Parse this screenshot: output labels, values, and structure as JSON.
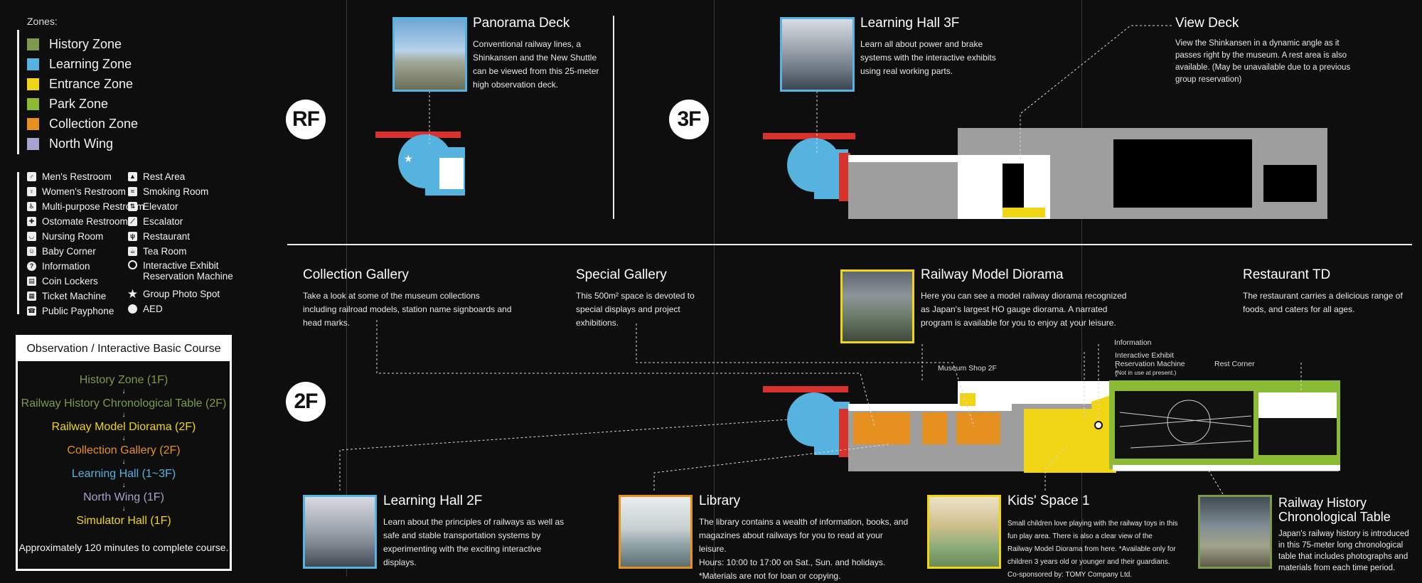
{
  "legend": {
    "zones_title": "Zones:",
    "zones": [
      {
        "label": "History Zone",
        "color": "#7b9a4b"
      },
      {
        "label": "Learning Zone",
        "color": "#56b3e0"
      },
      {
        "label": "Entrance Zone",
        "color": "#f0d514"
      },
      {
        "label": "Park Zone",
        "color": "#8bbb35"
      },
      {
        "label": "Collection Zone",
        "color": "#e6911f"
      },
      {
        "label": "North Wing",
        "color": "#a6a4cf"
      }
    ],
    "facilities_left": [
      {
        "label": "Men's Restroom",
        "icon": "mens-restroom-icon",
        "glyph": "♂"
      },
      {
        "label": "Women's Restroom",
        "icon": "womens-restroom-icon",
        "glyph": "♀"
      },
      {
        "label": "Multi-purpose Restroom",
        "icon": "multipurpose-restroom-icon",
        "glyph": "♿"
      },
      {
        "label": "Ostomate Restroom",
        "icon": "ostomate-restroom-icon",
        "glyph": "✚"
      },
      {
        "label": "Nursing Room",
        "icon": "nursing-room-icon",
        "glyph": "◡"
      },
      {
        "label": "Baby Corner",
        "icon": "baby-corner-icon",
        "glyph": "☺"
      },
      {
        "label": "Information",
        "icon": "information-icon",
        "glyph": "?"
      },
      {
        "label": "Coin Lockers",
        "icon": "coin-locker-icon",
        "glyph": "▤"
      },
      {
        "label": "Ticket Machine",
        "icon": "ticket-machine-icon",
        "glyph": "▦"
      },
      {
        "label": "Public Payphone",
        "icon": "payphone-icon",
        "glyph": "☎"
      }
    ],
    "facilities_right": [
      {
        "label": "Rest Area",
        "icon": "rest-area-icon",
        "glyph": "▲"
      },
      {
        "label": "Smoking Room",
        "icon": "smoking-room-icon",
        "glyph": "≈"
      },
      {
        "label": "Elevator",
        "icon": "elevator-icon",
        "glyph": "⇅"
      },
      {
        "label": "Escalator",
        "icon": "escalator-icon",
        "glyph": "⟋"
      },
      {
        "label": "Restaurant",
        "icon": "restaurant-icon",
        "glyph": "ψ"
      },
      {
        "label": "Tea Room",
        "icon": "tea-room-icon",
        "glyph": "☕"
      },
      {
        "label": "Interactive Exhibit Reservation Machine",
        "icon": "reservation-machine-icon",
        "glyph": ""
      },
      {
        "label": "Group Photo Spot",
        "icon": "photo-spot-star-icon",
        "glyph": "★"
      },
      {
        "label": "AED",
        "icon": "aed-icon",
        "glyph": ""
      }
    ]
  },
  "course": {
    "title": "Observation / Interactive Basic Course",
    "steps": [
      {
        "label": "History Zone (1F)",
        "color": "#7b9a4b"
      },
      {
        "label": "Railway History Chronological Table (2F)",
        "color": "#7b9a4b"
      },
      {
        "label": "Railway Model Diorama (2F)",
        "color": "#f0d514"
      },
      {
        "label": "Collection Gallery (2F)",
        "color": "#e6911f"
      },
      {
        "label": "Learning Hall (1~3F)",
        "color": "#56b3e0"
      },
      {
        "label": "North Wing (1F)",
        "color": "#a6a4cf"
      },
      {
        "label": "Simulator Hall (1F)",
        "color": "#f0d514"
      }
    ],
    "arrow": "↓",
    "footer": "Approximately 120 minutes to complete course."
  },
  "floors": {
    "rf": "RF",
    "f3": "3F",
    "f2": "2F"
  },
  "callouts": {
    "panorama_deck": {
      "title": "Panorama Deck",
      "text": "Conventional railway lines, a Shinkansen and the New Shuttle can be viewed from this 25-meter high observation deck."
    },
    "learning_hall_3f": {
      "title": "Learning Hall 3F",
      "text": "Learn all about power and brake systems with the interactive exhibits using real working parts."
    },
    "view_deck": {
      "title": "View Deck",
      "text": "View the Shinkansen in a dynamic angle as it passes right by the museum. A rest area is also available. (May be unavailable due to a previous group reservation)"
    },
    "collection_gallery": {
      "title": "Collection Gallery",
      "text": "Take a look at some of the museum collections including railroad models, station name signboards and head marks."
    },
    "special_gallery": {
      "title": "Special Gallery",
      "text": "This 500m² space is devoted to special displays and project exhibitions."
    },
    "railway_model_diorama": {
      "title": "Railway Model Diorama",
      "text": "Here you can see a model railway diorama recognized as Japan's largest HO gauge diorama. A narrated program is available for you to enjoy at your leisure."
    },
    "restaurant_td": {
      "title": "Restaurant TD",
      "text": "The restaurant carries a delicious range of foods, and caters for all ages."
    },
    "learning_hall_2f": {
      "title": "Learning Hall 2F",
      "text": "Learn about the principles of railways as well as safe and stable transportation systems by experimenting with the exciting interactive displays."
    },
    "library": {
      "title": "Library",
      "text": "The library contains a wealth of information, books, and magazines about railways for you to read at your leisure.",
      "hours": "Hours: 10:00 to 17:00 on Sat., Sun. and holidays.",
      "note": "*Materials are not for loan or copying."
    },
    "kids_space": {
      "title": "Kids' Space 1",
      "text": "Small children love playing with the railway toys in this fun play area. There is also a clear view of the Railway Model Diorama from here. *Available only for children 3 years old or younger and their guardians. Co-sponsored by: TOMY Company Ltd."
    },
    "chronological_table": {
      "title": "Railway History Chronological Table",
      "text": "Japan's railway history is introduced in this 75-meter long chronological table that includes photographs and materials from each time period."
    }
  },
  "map_labels": {
    "museum_shop": "Museum Shop 2F",
    "information": "Information",
    "reservation_machine": "Interactive Exhibit Reservation Machine",
    "not_in_use": "(Not in use at present.)",
    "rest_corner": "Rest Corner"
  }
}
